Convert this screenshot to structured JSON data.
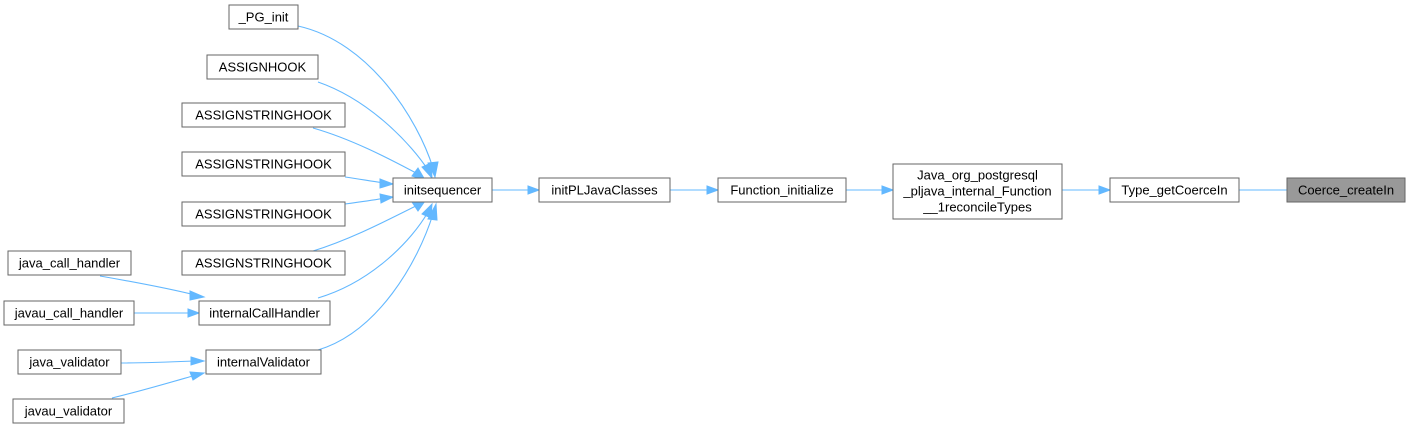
{
  "nodes": {
    "pg_init": "_PG_init",
    "assignhook": "ASSIGNHOOK",
    "assignstringhook_1": "ASSIGNSTRINGHOOK",
    "assignstringhook_2": "ASSIGNSTRINGHOOK",
    "assignstringhook_3": "ASSIGNSTRINGHOOK",
    "assignstringhook_4": "ASSIGNSTRINGHOOK",
    "java_call_handler": "java_call_handler",
    "javau_call_handler": "javau_call_handler",
    "java_validator": "java_validator",
    "javau_validator": "javau_validator",
    "internal_call_handler": "internalCallHandler",
    "internal_validator": "internalValidator",
    "initsequencer": "initsequencer",
    "init_pljava_classes": "initPLJavaClasses",
    "function_initialize": "Function_initialize",
    "reconcile_types_line1": "Java_org_postgresql",
    "reconcile_types_line2": "_pljava_internal_Function",
    "reconcile_types_line3": "__1reconcileTypes",
    "type_get_coerce_in": "Type_getCoerceIn",
    "coerce_create_in": "Coerce_createIn"
  },
  "colors": {
    "edge": "#63b8ff",
    "node_border": "#666666",
    "node_fill": "#ffffff",
    "highlight_fill": "#999999"
  }
}
